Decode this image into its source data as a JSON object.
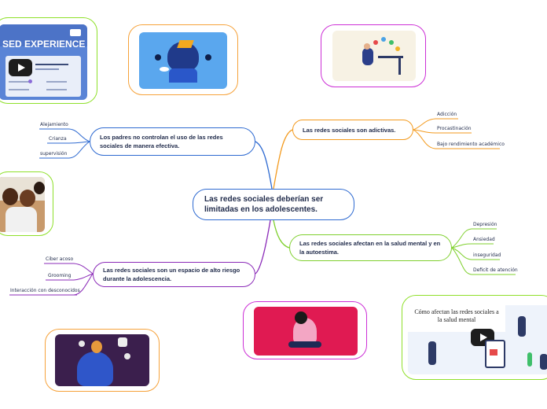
{
  "central": {
    "text": "Las redes sociales deberían ser limitadas en los adolescentes."
  },
  "branches": {
    "adictivas": {
      "title": "Las redes sociales son adictivas.",
      "leaves": [
        "Adicción",
        "Procastinación",
        "Bajo rendimiento académico"
      ]
    },
    "salud": {
      "title": "Las redes sociales afectan en la salud mental y en la autoestima.",
      "leaves": [
        "Depresión",
        "Ansiedad",
        "inseguridad",
        "Deficit de atención"
      ]
    },
    "padres": {
      "title": "Los padres no controlan el uso de las redes sociales de manera efectiva.",
      "leaves": [
        "Alejamiento",
        "Crianza",
        "supervisión"
      ]
    },
    "riesgo": {
      "title": "Las redes sociales son un espacio de alto riesgo durante la adolescencia.",
      "leaves": [
        "Ciber acoso",
        "Grooming",
        "Interacción con desconocidos"
      ]
    }
  },
  "media": {
    "video_top_left": {
      "caption": "SED EXPERIENCE"
    },
    "video_bottom_right": {
      "caption": "Cómo afectan las redes sociales a la salud mental"
    }
  },
  "colors": {
    "central_border": "#2e6ad1",
    "adictivas": "#f39a1e",
    "salud": "#7fd02e",
    "padres": "#2e6ad1",
    "riesgo": "#8b2bb8",
    "media_green": "#8fe02a",
    "media_orange": "#f6a23a",
    "media_magenta": "#cc2fd6"
  }
}
